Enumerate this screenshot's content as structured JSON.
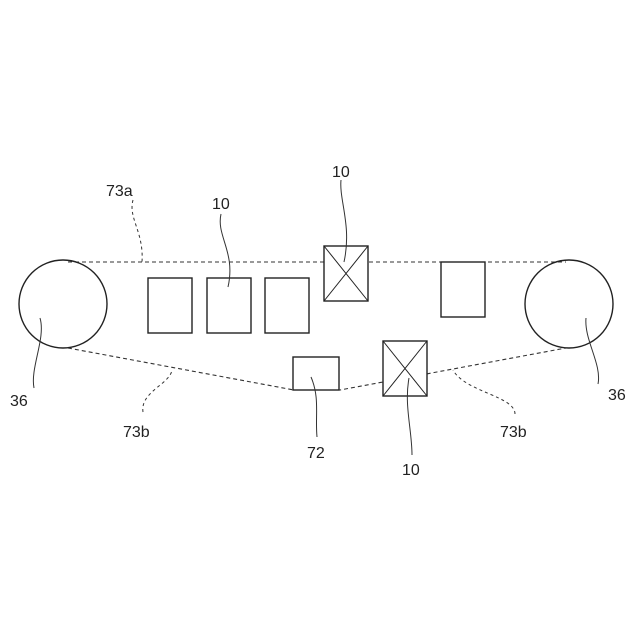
{
  "labels": {
    "belt_upper": "73a",
    "belt_lower_left": "73b",
    "belt_lower_right": "73b",
    "pulley_left": "36",
    "pulley_right": "36",
    "article_top": "10",
    "article_mid": "10",
    "article_bottom": "10",
    "block": "72"
  }
}
